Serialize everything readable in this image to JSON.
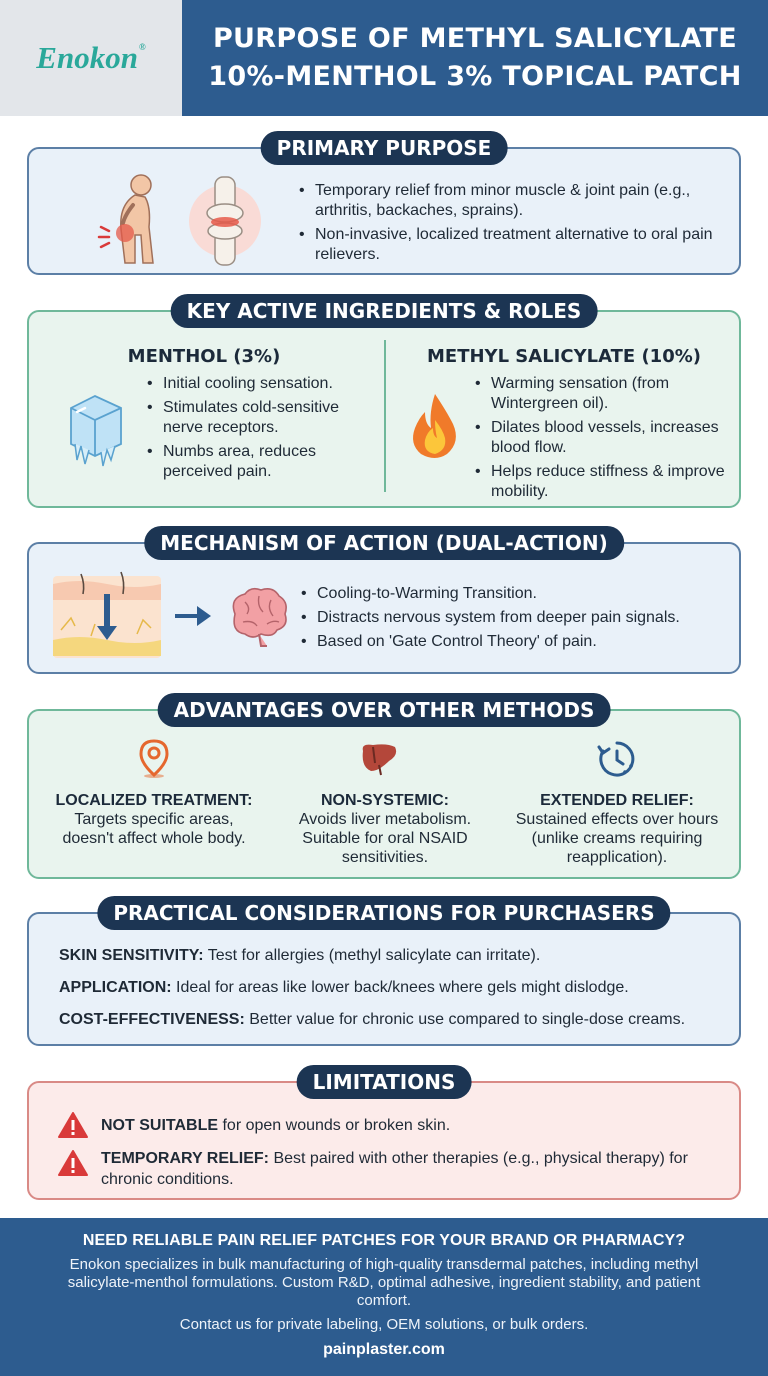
{
  "brand": {
    "logo": "Enokon",
    "reg_mark": "®"
  },
  "title": {
    "line1": "PURPOSE OF METHYL SALICYLATE",
    "line2": "10%-MENTHOL 3% TOPICAL PATCH"
  },
  "primary_purpose": {
    "heading": "PRIMARY PURPOSE",
    "bullets": [
      "Temporary relief from minor muscle & joint pain (e.g., arthritis, backaches, sprains).",
      "Non-invasive, localized treatment alternative to oral pain relievers."
    ]
  },
  "ingredients": {
    "heading": "KEY ACTIVE INGREDIENTS & ROLES",
    "menthol": {
      "title": "MENTHOL (3%)",
      "bullets": [
        "Initial cooling sensation.",
        "Stimulates cold-sensitive nerve receptors.",
        "Numbs area, reduces perceived pain."
      ]
    },
    "methyl": {
      "title": "METHYL SALICYLATE (10%)",
      "bullets": [
        "Warming sensation (from Wintergreen oil).",
        "Dilates blood vessels, increases blood flow.",
        "Helps reduce stiffness & improve mobility."
      ]
    }
  },
  "mechanism": {
    "heading": "MECHANISM OF ACTION (DUAL-ACTION)",
    "bullets": [
      "Cooling-to-Warming Transition.",
      "Distracts nervous system from deeper pain signals.",
      "Based on 'Gate Control Theory' of pain."
    ]
  },
  "advantages": {
    "heading": "ADVANTAGES OVER OTHER METHODS",
    "items": [
      {
        "title": "LOCALIZED TREATMENT:",
        "text": "Targets specific areas, doesn't affect whole body."
      },
      {
        "title": "NON-SYSTEMIC:",
        "text": "Avoids liver metabolism. Suitable for oral NSAID sensitivities."
      },
      {
        "title": "EXTENDED RELIEF:",
        "text": "Sustained effects over hours (unlike creams requiring reapplication)."
      }
    ]
  },
  "practical": {
    "heading": "PRACTICAL CONSIDERATIONS FOR PURCHASERS",
    "items": [
      {
        "label": "SKIN SENSITIVITY:",
        "text": " Test for allergies (methyl salicylate can irritate)."
      },
      {
        "label": "APPLICATION:",
        "text": " Ideal for areas like lower back/knees where gels might dislodge."
      },
      {
        "label": "COST-EFFECTIVENESS:",
        "text": " Better value for chronic use compared to single-dose creams."
      }
    ]
  },
  "limitations": {
    "heading": "LIMITATIONS",
    "items": [
      {
        "label": "NOT SUITABLE",
        "text": " for open wounds or broken skin."
      },
      {
        "label": "TEMPORARY RELIEF:",
        "text": " Best paired with other therapies (e.g., physical therapy) for chronic conditions."
      }
    ]
  },
  "footer": {
    "headline": "NEED RELIABLE PAIN RELIEF PATCHES FOR YOUR BRAND OR PHARMACY?",
    "body": "Enokon specializes in bulk manufacturing of high-quality transdermal patches, including methyl salicylate-menthol formulations. Custom R&D, optimal adhesive, ingredient stability, and patient comfort.",
    "contact": "Contact us for private labeling, OEM solutions, or bulk orders.",
    "url": "painplaster.com"
  },
  "icons": [
    "back-pain-figure-icon",
    "knee-joint-icon",
    "ice-cube-icon",
    "flame-icon",
    "skin-layers-icon",
    "arrow-right-icon",
    "brain-icon",
    "location-pin-icon",
    "liver-icon",
    "clock-icon",
    "warning-icon"
  ],
  "colors": {
    "header_blue": "#2d5c8f",
    "pill_navy": "#1c3553",
    "brand_teal": "#2aa89a",
    "warning_red": "#d93a3a"
  }
}
